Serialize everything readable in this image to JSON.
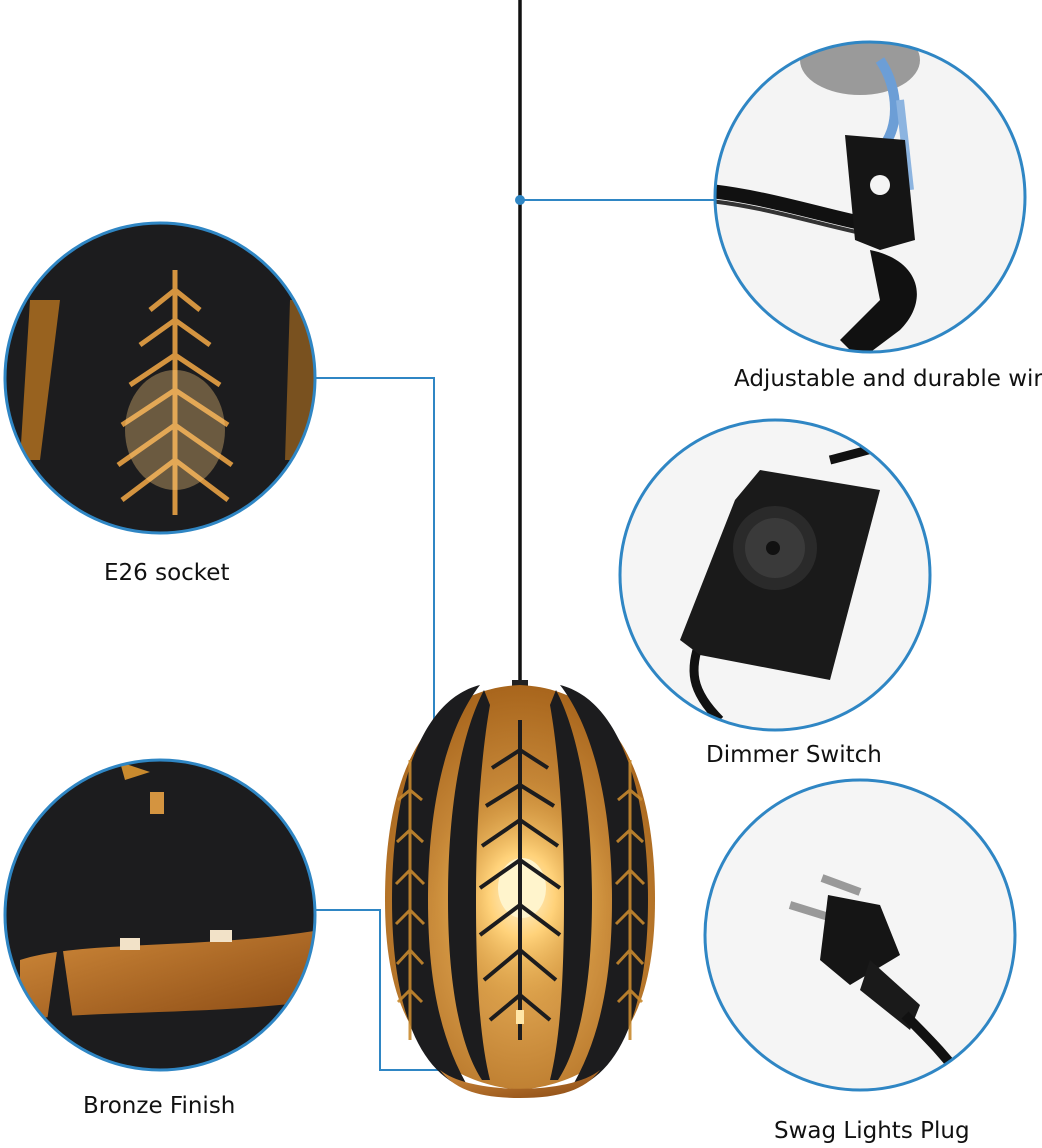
{
  "product": "pendant lamp with leaf cut-out shade",
  "colors": {
    "callout_line": "#2f86c4",
    "circle_border": "#2f86c4",
    "lamp_black": "#1c1c1e",
    "lamp_gold": "#c98a2e",
    "bulb_glow": "#ffe6a8"
  },
  "callouts": {
    "wire": {
      "label": "Adjustable and durable wire"
    },
    "socket": {
      "label": "E26 socket"
    },
    "dimmer": {
      "label": "Dimmer Switch"
    },
    "finish": {
      "label": "Bronze Finish"
    },
    "plug": {
      "label": "Swag Lights Plug"
    }
  }
}
